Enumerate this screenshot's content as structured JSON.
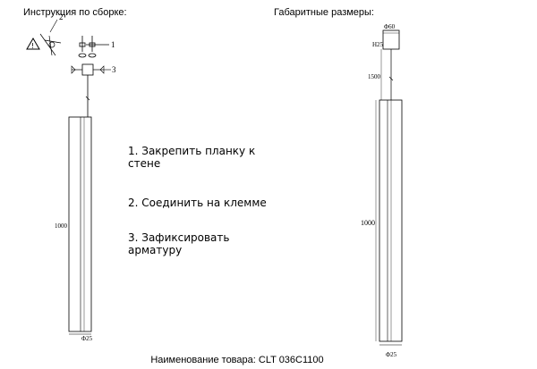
{
  "left_panel": {
    "title": "Инструкция по сборке:",
    "callouts": [
      "2",
      "1",
      "3"
    ],
    "length_label": "1000",
    "diameter_label": "Φ25"
  },
  "right_panel": {
    "title": "Габаритные размеры:",
    "canopy_diameter": "Φ60",
    "canopy_height": "H25",
    "cable_length": "1500",
    "length_label": "1000",
    "diameter_label": "Φ25"
  },
  "steps": [
    "1. Закрепить планку к стене",
    "2. Соединить на клемме",
    "3. Зафиксировать арматуру"
  ],
  "footer": "Наименование товара: CLT 036C1100"
}
